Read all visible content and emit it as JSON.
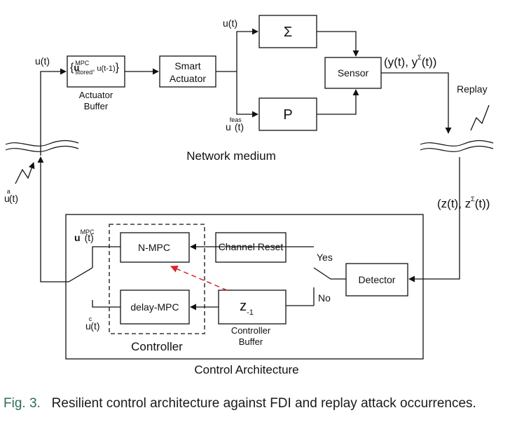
{
  "blocks": {
    "sigma": "Σ",
    "plant_p": "P",
    "sensor": "Sensor",
    "smart_actuator_line1": "Smart",
    "smart_actuator_line2": "Actuator",
    "actuator_buffer_line1": "Actuator",
    "actuator_buffer_line2": "Buffer",
    "buffer_content_u": "u",
    "buffer_content_sup": "MPC",
    "buffer_content_sub": "stored",
    "buffer_content_rest": ", u(t-1)",
    "detector": "Detector",
    "channel_reset": "Channel Reset",
    "nmpc": "N-MPC",
    "delay_mpc": "delay-MPC",
    "z_block": "z",
    "z_block_sub": "-1",
    "controller_buffer_line1": "Controller",
    "controller_buffer_line2": "Buffer",
    "controller_group": "Controller",
    "control_architecture": "Control Architecture"
  },
  "signals": {
    "u_t_top": "u(t)",
    "u_t_left": "u(t)",
    "u_feas_base": "u",
    "u_feas_sup": "feas",
    "u_feas_rest": "(t)",
    "y_out": "(y(t), y",
    "y_out_sup": "Σ",
    "y_out_rest": "(t))",
    "replay": "Replay",
    "network_medium": "Network medium",
    "z_in": "(z(t), z",
    "z_in_sup": "Σ",
    "z_in_rest": "(t))",
    "ua_base": "u",
    "ua_sup": "a",
    "ua_rest": "(t)",
    "umpc_base": "u",
    "umpc_sup": "MPC",
    "umpc_rest": "(t)",
    "uc_base": "u",
    "uc_sup": "c",
    "uc_rest": "(t)",
    "yes": "Yes",
    "no": "No"
  },
  "caption": {
    "fig_label": "Fig. 3.",
    "text": "Resilient control architecture against FDI and replay attack occurrences."
  },
  "colors": {
    "line": "#111111",
    "red_dashed": "#d62728",
    "caption_label": "#2e6b5e"
  }
}
